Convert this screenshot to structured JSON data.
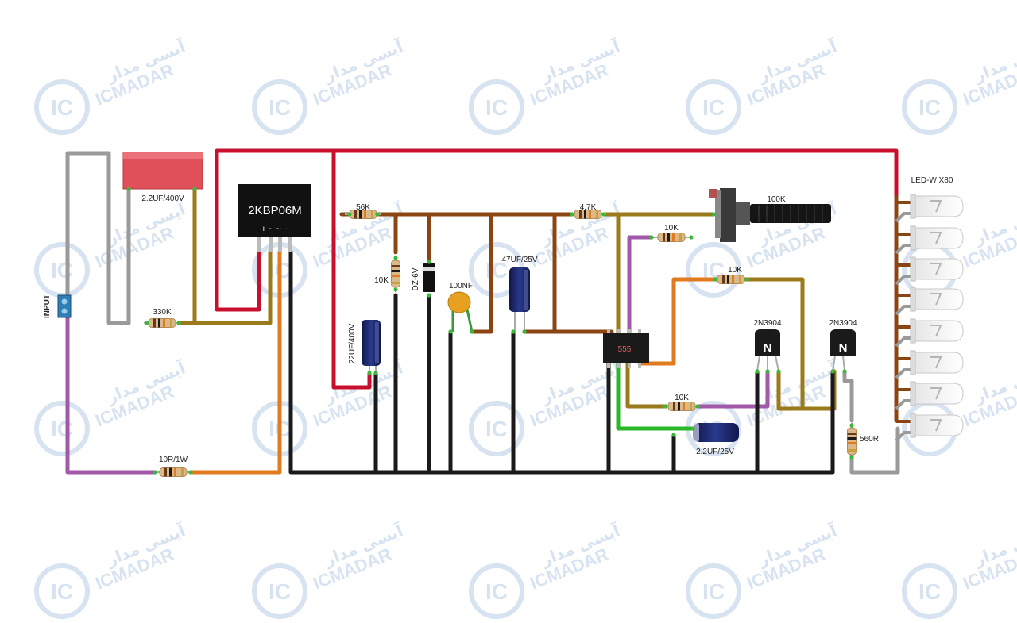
{
  "colors": {
    "wire_red": "#c8102e",
    "wire_brown": "#8b4513",
    "wire_olive": "#9a7a1a",
    "wire_gray": "#9a9a9a",
    "wire_purple": "#a05aa8",
    "wire_orange": "#e07b20",
    "wire_black": "#1a1a1a",
    "wire_green": "#2ab82a",
    "capacitor_red": "#e0505a",
    "electrolytic_blue": "#1e2a6e",
    "ceramic_orange": "#e8a020",
    "watermark_blue": "#1f5fb0"
  },
  "watermark": {
    "brand_en": "ICMADAR",
    "brand_fa": "آیسی مدار",
    "logo": "IC"
  },
  "input": {
    "label": "INPUT"
  },
  "components": {
    "cap_x2": {
      "label": "2.2UF/400V"
    },
    "bridge": {
      "label": "2KBP06M",
      "pins": "+ ~ ~ −"
    },
    "r_330k": {
      "label": "330K"
    },
    "r_10r": {
      "label": "10R/1W"
    },
    "r_56k": {
      "label": "56K"
    },
    "r_10k_div": {
      "label": "10K"
    },
    "zener": {
      "label": "DZ-6V"
    },
    "cap_100nf": {
      "label": "100NF"
    },
    "cap_47uf": {
      "label": "47UF/25V"
    },
    "cap_22uf": {
      "label": "22UF/400V"
    },
    "r_4k7": {
      "label": "4.7K"
    },
    "pot": {
      "label": "100K"
    },
    "r_10k_pot": {
      "label": "10K"
    },
    "r_10k_mid": {
      "label": "10K"
    },
    "ic555": {
      "label": "555"
    },
    "r_10k_bot": {
      "label": "10K"
    },
    "cap_2uf2": {
      "label": "2.2UF/25V"
    },
    "q1": {
      "label": "2N3904",
      "mark": "N"
    },
    "q2": {
      "label": "2N3904",
      "mark": "N"
    },
    "r_560": {
      "label": "560R"
    },
    "leds": {
      "label": "LED-W X80",
      "count": 8
    }
  }
}
